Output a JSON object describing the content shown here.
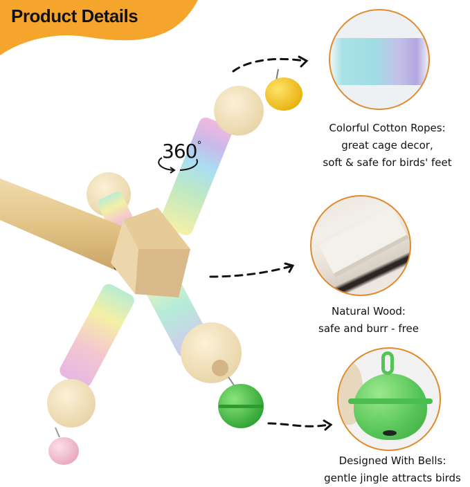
{
  "header": {
    "title": "Product Details",
    "banner_color": "#f6a52c"
  },
  "badge": {
    "label": "360",
    "degree": "°",
    "icon": "rotate-360-icon"
  },
  "features": [
    {
      "id": "rope",
      "title": "Colorful Cotton Ropes:",
      "lines": [
        "great cage decor,",
        "soft & safe for birds' feet"
      ],
      "image": "cotton-rope-closeup"
    },
    {
      "id": "wood",
      "title": "Natural Wood:",
      "lines": [
        "safe and burr - free"
      ],
      "image": "natural-wood-planks-closeup"
    },
    {
      "id": "bells",
      "title": "Designed With Bells:",
      "lines": [
        "gentle jingle attracts birds"
      ],
      "image": "green-bell-closeup"
    }
  ],
  "colors": {
    "circle_border": "#e08a2b",
    "wood": "#e9cf9c",
    "bell_yellow": "#f2c01a",
    "bell_green": "#4fc64a",
    "bell_pink": "#f3c1d0"
  }
}
